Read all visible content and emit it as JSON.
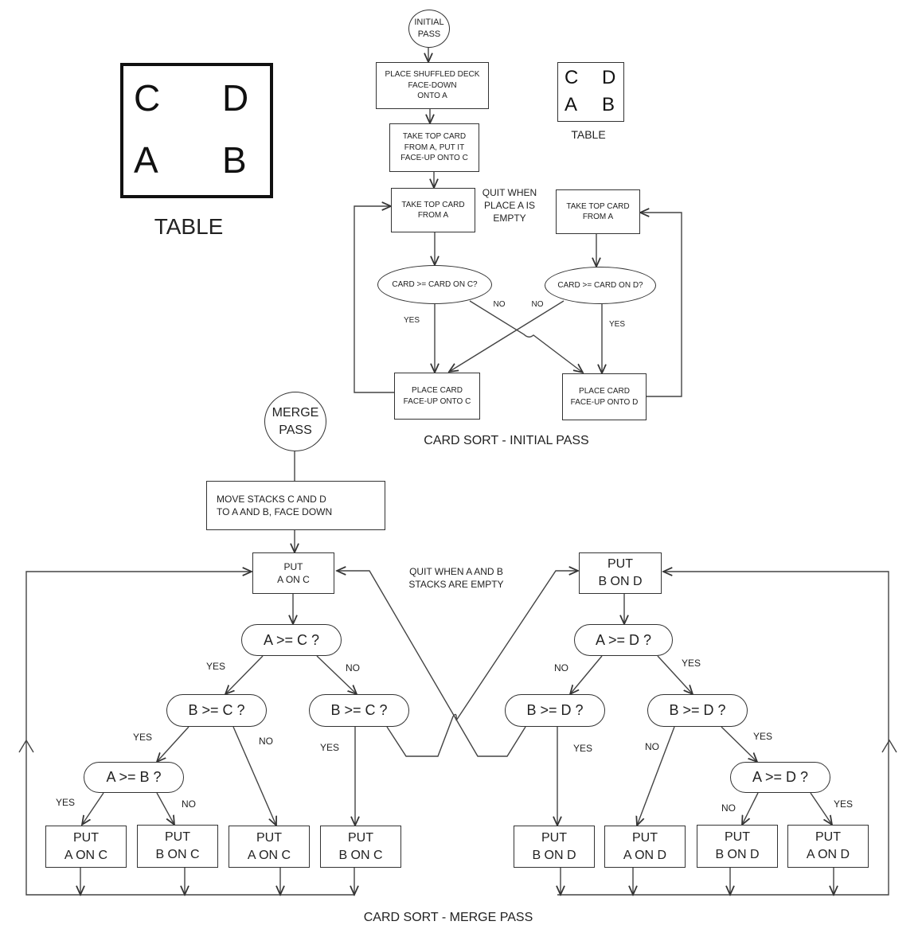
{
  "table_large": {
    "cells": {
      "c": "C",
      "d": "D",
      "a": "A",
      "b": "B"
    },
    "caption": "TABLE"
  },
  "table_small": {
    "cells": {
      "c": "C",
      "d": "D",
      "a": "A",
      "b": "B"
    },
    "caption": "TABLE"
  },
  "initial_pass": {
    "start": "INITIAL\nPASS",
    "place_deck": "PLACE SHUFFLED DECK\nFACE-DOWN\nONTO A",
    "take_top_to_c": "TAKE TOP CARD\nFROM A, PUT IT\nFACE-UP ONTO C",
    "take_top_left": "TAKE TOP CARD\nFROM A",
    "take_top_right": "TAKE TOP CARD\nFROM A",
    "quit_note": "QUIT WHEN\nPLACE A IS\nEMPTY",
    "decision_c": "CARD >= CARD ON C?",
    "decision_d": "CARD >= CARD ON D?",
    "place_c": "PLACE CARD\nFACE-UP ONTO C",
    "place_d": "PLACE CARD\nFACE-UP ONTO D",
    "yes": "YES",
    "no": "NO",
    "caption": "CARD SORT - INITIAL PASS"
  },
  "merge_pass": {
    "start": "MERGE\nPASS",
    "move_stacks": "MOVE STACKS C AND D\nTO A AND B, FACE DOWN",
    "put_a_on_c_top": "PUT\nA ON C",
    "put_b_on_d_top": "PUT\nB ON D",
    "quit_note": "QUIT WHEN A AND B\nSTACKS ARE EMPTY",
    "a_ge_c": "A >= C ?",
    "a_ge_d": "A >= D ?",
    "b_ge_c_left": "B >= C ?",
    "b_ge_c_right": "B >= C ?",
    "b_ge_d_left": "B >= D ?",
    "b_ge_d_right": "B >= D ?",
    "a_ge_b": "A >= B ?",
    "a_ge_d_low": "A >= D ?",
    "out": [
      "PUT\nA ON C",
      "PUT\nB ON C",
      "PUT\nA ON C",
      "PUT\nB ON C",
      "PUT\nB ON D",
      "PUT\nA ON D",
      "PUT\nB ON D",
      "PUT\nA ON D"
    ],
    "yes": "YES",
    "no": "NO",
    "caption": "CARD SORT - MERGE PASS"
  }
}
